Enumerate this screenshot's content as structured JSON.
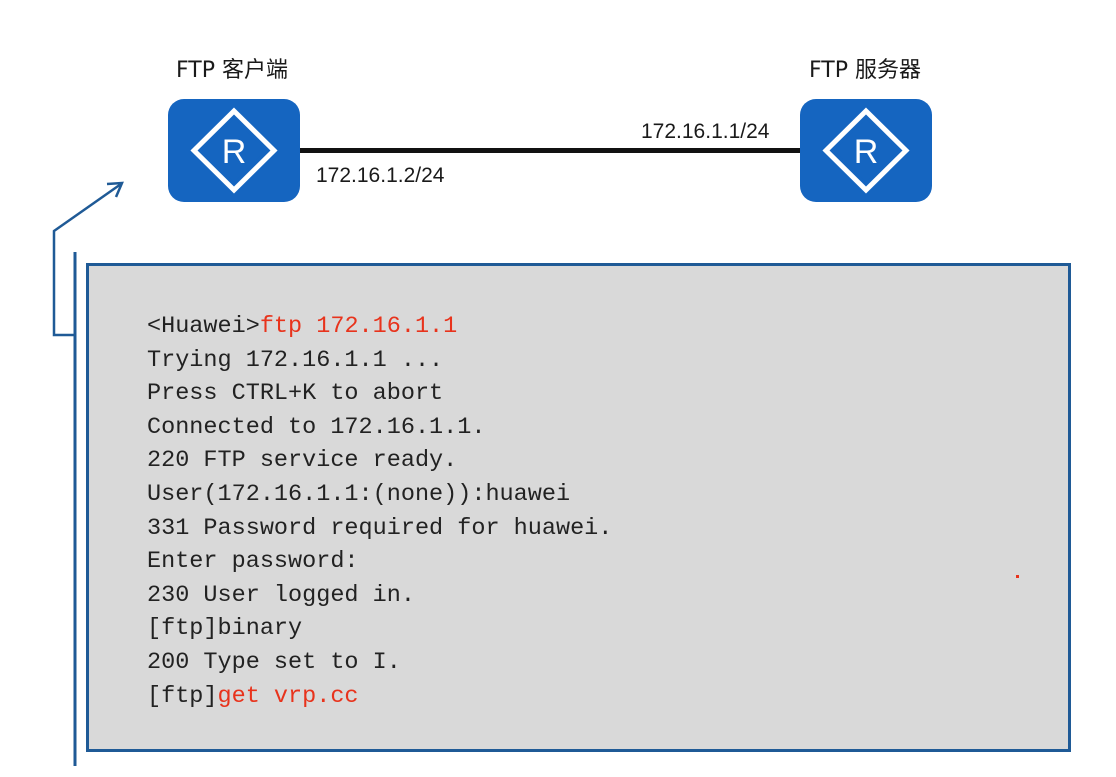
{
  "topology": {
    "client_label": "FTP 客户端",
    "server_label": "FTP 服务器",
    "client_ip": "172.16.1.2/24",
    "server_ip": "172.16.1.1/24",
    "router_icon": "router-icon",
    "router_color": "#1565c0"
  },
  "terminal": {
    "lines": [
      {
        "prefix": "<Huawei>",
        "cmd": "ftp 172.16.1.1"
      },
      {
        "prefix": "Trying 172.16.1.1 ...",
        "cmd": ""
      },
      {
        "prefix": "Press CTRL+K to abort",
        "cmd": ""
      },
      {
        "prefix": "Connected to 172.16.1.1.",
        "cmd": ""
      },
      {
        "prefix": "220 FTP service ready.",
        "cmd": ""
      },
      {
        "prefix": "User(172.16.1.1:(none)):huawei",
        "cmd": ""
      },
      {
        "prefix": "331 Password required for huawei.",
        "cmd": ""
      },
      {
        "prefix": "Enter password:",
        "cmd": ""
      },
      {
        "prefix": "230 User logged in.",
        "cmd": ""
      },
      {
        "prefix": "[ftp]binary",
        "cmd": ""
      },
      {
        "prefix": "200 Type set to I.",
        "cmd": ""
      },
      {
        "prefix": "[ftp]",
        "cmd": "get vrp.cc"
      }
    ],
    "command_color": "#e8331c",
    "border_color": "#1f5a96"
  }
}
